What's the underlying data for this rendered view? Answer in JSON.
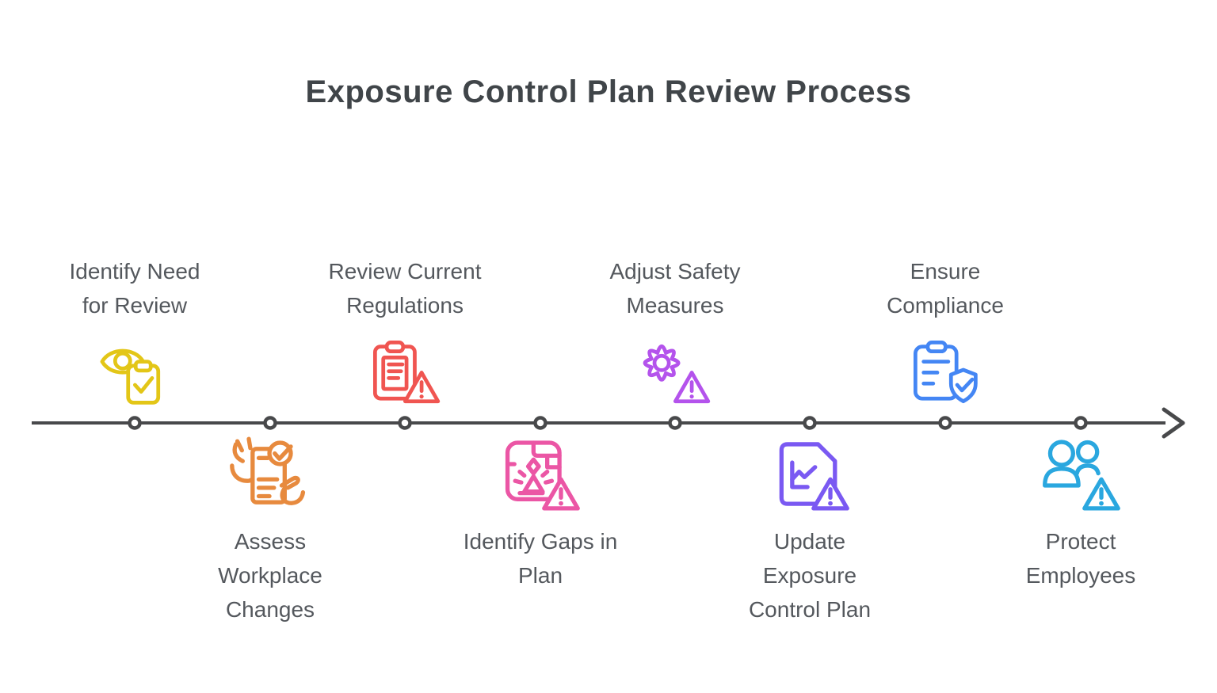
{
  "title": "Exposure Control Plan Review Process",
  "colors": {
    "title_text": "#404549",
    "label_text": "#54585D",
    "timeline": "#48494B"
  },
  "nodes": [
    {
      "label": "Identify Need\nfor Review",
      "side": "above",
      "icon": "eye-clipboard-check-icon",
      "color": "#E3C617"
    },
    {
      "label": "Assess\nWorkplace\nChanges",
      "side": "below",
      "icon": "hands-document-check-icon",
      "color": "#E78A3E"
    },
    {
      "label": "Review Current\nRegulations",
      "side": "above",
      "icon": "clipboard-warning-icon",
      "color": "#F05551"
    },
    {
      "label": "Identify Gaps in\nPlan",
      "side": "below",
      "icon": "scanner-gap-warning-icon",
      "color": "#EB56A5"
    },
    {
      "label": "Adjust Safety\nMeasures",
      "side": "above",
      "icon": "gear-warning-icon",
      "color": "#B453EC"
    },
    {
      "label": "Update\nExposure\nControl Plan",
      "side": "below",
      "icon": "document-chart-warning-icon",
      "color": "#7A59F2"
    },
    {
      "label": "Ensure\nCompliance",
      "side": "above",
      "icon": "clipboard-shield-check-icon",
      "color": "#4486F4"
    },
    {
      "label": "Protect\nEmployees",
      "side": "below",
      "icon": "people-warning-icon",
      "color": "#2AA7DF"
    }
  ]
}
